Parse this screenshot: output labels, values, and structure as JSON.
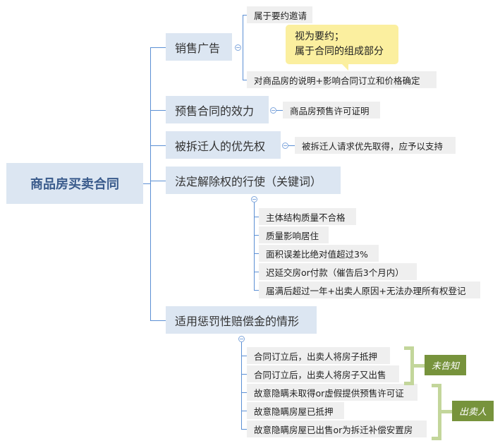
{
  "root": "商品房买卖合同",
  "branches": [
    {
      "label": "销售广告",
      "children": [
        "属于要约邀请",
        "对商品房的说明+影响合同订立和价格确定"
      ],
      "callout": [
        "视为要约；",
        "属于合同的组成部分"
      ]
    },
    {
      "label": "预售合同的效力",
      "children": [
        "商品房预售许可证明"
      ]
    },
    {
      "label": "被拆迁人的优先权",
      "children": [
        "被拆迁人请求优先取得，应予以支持"
      ]
    },
    {
      "label": "法定解除权的行使（关键词）",
      "children": [
        "主体结构质量不合格",
        "质量影响居住",
        "面积误差比绝对值超过3%",
        "迟延交房or付款（催告后3个月内）",
        "届满后超过一年+出卖人原因+无法办理所有权登记"
      ]
    },
    {
      "label": "适用惩罚性赔偿金的情形",
      "children": [
        "合同订立后，出卖人将房子抵押",
        "合同订立后，出卖人将房子又出售",
        "故意隐瞒未取得or虚假提供预售许可证",
        "故意隐瞒房屋已抵押",
        "故意隐瞒房屋已出售or为拆迁补偿安置房"
      ]
    }
  ],
  "groups": [
    "未告知",
    "出卖人"
  ],
  "colors": {
    "line": "#5b8fd4",
    "branch_bg": "#dce6f2",
    "leaf_bg": "#efefef",
    "callout": "#fbef9f",
    "tag": "#77933c",
    "bracket": "#c3d69b"
  }
}
